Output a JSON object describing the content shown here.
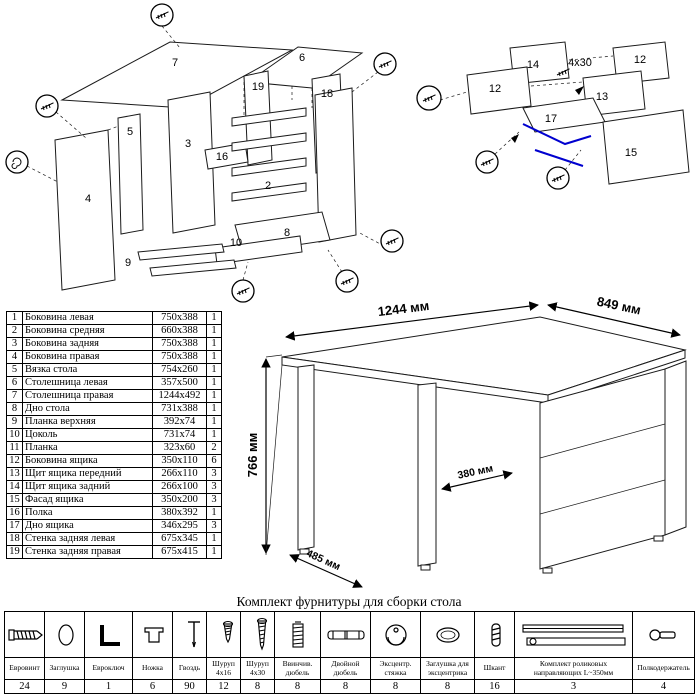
{
  "parts_table": {
    "rows": [
      {
        "num": "1",
        "name": "Боковина левая",
        "size": "750x388",
        "qty": "1"
      },
      {
        "num": "2",
        "name": "Боковина средняя",
        "size": "660x388",
        "qty": "1"
      },
      {
        "num": "3",
        "name": "Боковина задняя",
        "size": "750x388",
        "qty": "1"
      },
      {
        "num": "4",
        "name": "Боковина правая",
        "size": "750x388",
        "qty": "1"
      },
      {
        "num": "5",
        "name": "Вязка стола",
        "size": "754x260",
        "qty": "1"
      },
      {
        "num": "6",
        "name": "Столешница левая",
        "size": "357x500",
        "qty": "1"
      },
      {
        "num": "7",
        "name": "Столешница правая",
        "size": "1244x492",
        "qty": "1"
      },
      {
        "num": "8",
        "name": "Дно стола",
        "size": "731x388",
        "qty": "1"
      },
      {
        "num": "9",
        "name": "Планка верхняя",
        "size": "392x74",
        "qty": "1"
      },
      {
        "num": "10",
        "name": "Цоколь",
        "size": "731x74",
        "qty": "1"
      },
      {
        "num": "11",
        "name": "Планка",
        "size": "323x60",
        "qty": "2"
      },
      {
        "num": "12",
        "name": "Боковина ящика",
        "size": "350x110",
        "qty": "6"
      },
      {
        "num": "13",
        "name": "Щит ящика передний",
        "size": "266x110",
        "qty": "3"
      },
      {
        "num": "14",
        "name": "Щит ящика задний",
        "size": "266x100",
        "qty": "3"
      },
      {
        "num": "15",
        "name": "Фасад ящика",
        "size": "350x200",
        "qty": "3"
      },
      {
        "num": "16",
        "name": "Полка",
        "size": "380x392",
        "qty": "1"
      },
      {
        "num": "17",
        "name": "Дно ящика",
        "size": "346x295",
        "qty": "3"
      },
      {
        "num": "18",
        "name": "Стенка задняя левая",
        "size": "675x345",
        "qty": "1"
      },
      {
        "num": "19",
        "name": "Стенка задняя правая",
        "size": "675x415",
        "qty": "1"
      }
    ]
  },
  "dimensions": {
    "top_width": "1244 мм",
    "depth": "849 мм",
    "height": "766 мм",
    "inner_depth": "380 мм",
    "left_depth": "485 мм"
  },
  "exploded_desk": {
    "labels": [
      "7",
      "6",
      "19",
      "18",
      "5",
      "3",
      "16",
      "2",
      "4",
      "10",
      "8",
      "9"
    ]
  },
  "exploded_drawer": {
    "labels": [
      "14",
      "12",
      "12",
      "13",
      "17",
      "15"
    ],
    "annotation": "4x30"
  },
  "hardware": {
    "title": "Комплект фурнитуры для сборки стола",
    "items": [
      {
        "name": "Евровинт",
        "qty": "24"
      },
      {
        "name": "Заглушка",
        "qty": "9"
      },
      {
        "name": "Евроключ",
        "qty": "1"
      },
      {
        "name": "Ножка",
        "qty": "6"
      },
      {
        "name": "Гвоздь",
        "qty": "90"
      },
      {
        "name": "Шуруп 4x16",
        "qty": "12"
      },
      {
        "name": "Шуруп 4x30",
        "qty": "8"
      },
      {
        "name": "Ввинчив. дюбель",
        "qty": "8"
      },
      {
        "name": "Двойной дюбель",
        "qty": "8"
      },
      {
        "name": "Эксцентр. стяжка",
        "qty": "8"
      },
      {
        "name": "Заглушка для эксцентрика",
        "qty": "8"
      },
      {
        "name": "Шкант",
        "qty": "16"
      },
      {
        "name": "Комплект роликовых направляющих L~350мм",
        "qty": "3"
      },
      {
        "name": "Полкодержатель",
        "qty": "4"
      }
    ]
  }
}
